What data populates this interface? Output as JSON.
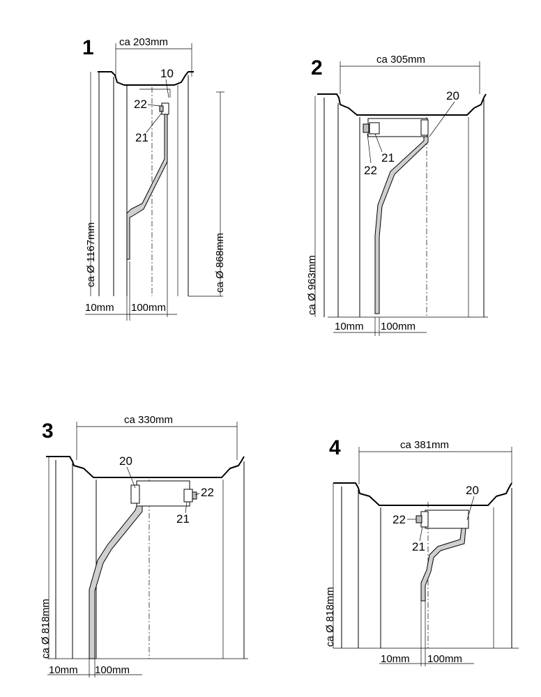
{
  "panels": [
    {
      "number": "1",
      "width_label": "ca 203mm",
      "dia_label": "ca Ø 1167mm",
      "dia2_label": "ca Ø 868mm",
      "offset_a": "10mm",
      "offset_b": "100mm",
      "callouts": [
        "10",
        "22",
        "21"
      ]
    },
    {
      "number": "2",
      "width_label": "ca 305mm",
      "dia_label": "ca Ø 963mm",
      "offset_a": "10mm",
      "offset_b": "100mm",
      "callouts": [
        "20",
        "21",
        "22"
      ]
    },
    {
      "number": "3",
      "width_label": "ca 330mm",
      "dia_label": "ca Ø 818mm",
      "offset_a": "10mm",
      "offset_b": "100mm",
      "callouts": [
        "20",
        "22",
        "21"
      ]
    },
    {
      "number": "4",
      "width_label": "ca 381mm",
      "dia_label": "ca Ø 818mm",
      "offset_a": "10mm",
      "offset_b": "100mm",
      "callouts": [
        "20",
        "22",
        "21"
      ]
    }
  ]
}
